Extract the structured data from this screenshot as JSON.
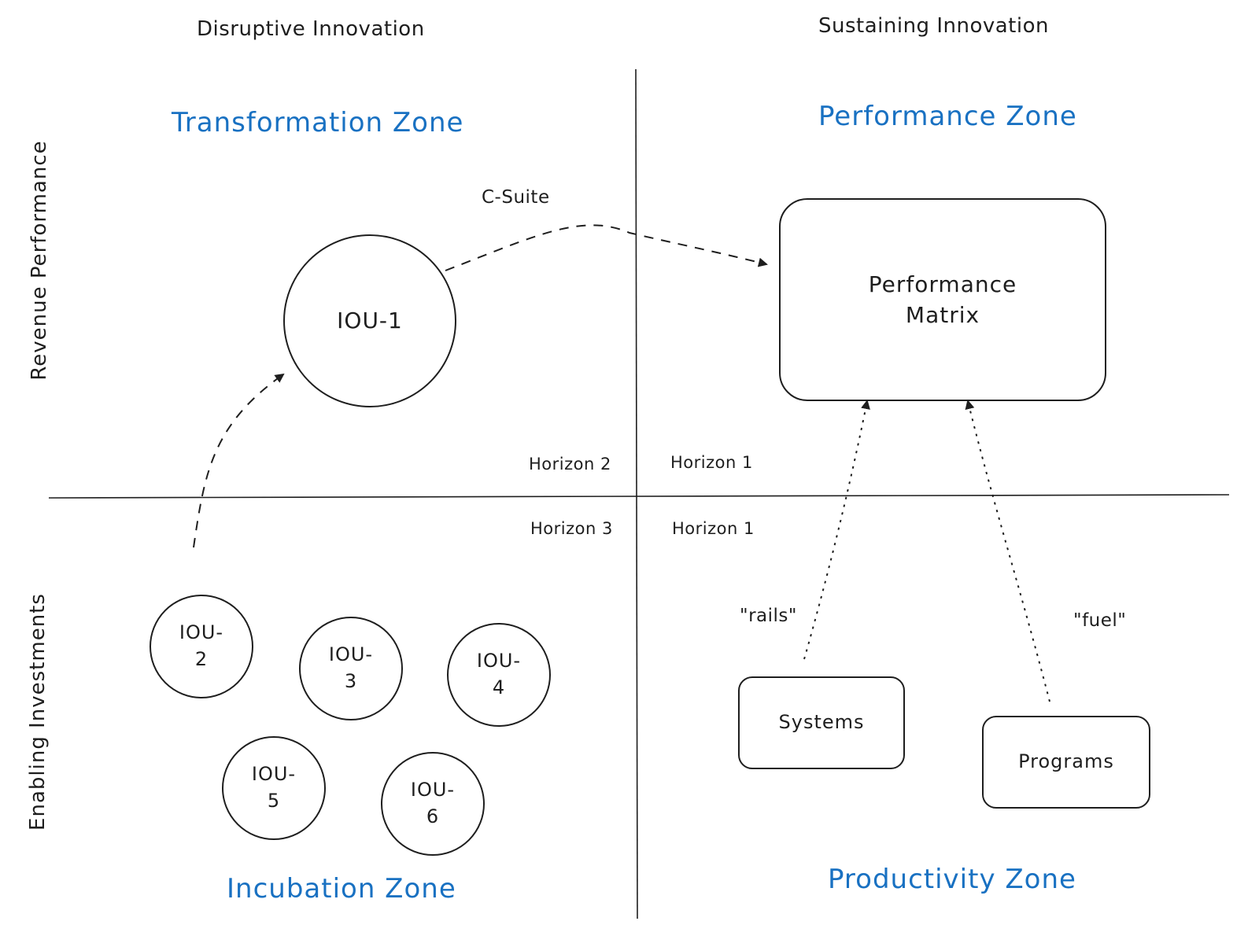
{
  "headers": {
    "left": "Disruptive Innovation",
    "right": "Sustaining Innovation"
  },
  "axes": {
    "top": "Revenue Performance",
    "bottom": "Enabling Investments"
  },
  "zones": {
    "top_left": "Transformation Zone",
    "top_right": "Performance Zone",
    "bottom_left": "Incubation Zone",
    "bottom_right": "Productivity Zone"
  },
  "horizons": {
    "top_left": "Horizon 2",
    "top_right": "Horizon 1",
    "bottom_left": "Horizon 3",
    "bottom_right": "Horizon 1"
  },
  "nodes": {
    "iou1": "IOU-1",
    "iou2": "IOU-\n2",
    "iou3": "IOU-\n3",
    "iou4": "IOU-\n4",
    "iou5": "IOU-\n5",
    "iou6": "IOU-\n6",
    "matrix": "Performance\nMatrix",
    "systems": "Systems",
    "programs": "Programs"
  },
  "edge_labels": {
    "csuite": "C-Suite",
    "rails": "\"rails\"",
    "fuel": "\"fuel\""
  },
  "colors": {
    "ink": "#1e1e1e",
    "zone_blue": "#1971c2"
  }
}
